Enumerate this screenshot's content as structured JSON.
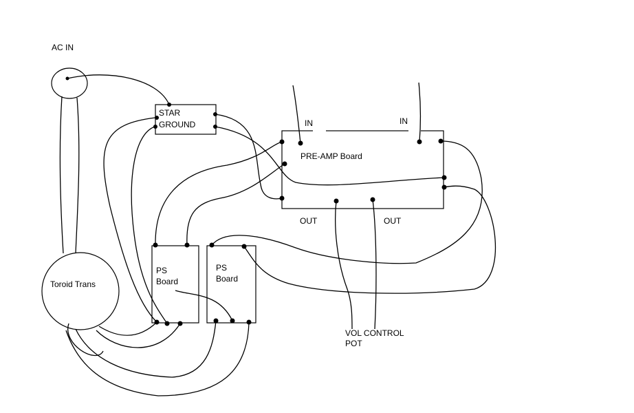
{
  "labels": {
    "ac_in": "AC IN",
    "star_ground_1": "STAR",
    "star_ground_2": "GROUND",
    "preamp_board": "PRE-AMP Board",
    "in_left": "IN",
    "in_right": "IN",
    "out_left": "OUT",
    "out_right": "OUT",
    "toroid": "Toroid Trans",
    "ps1_line1": "PS",
    "ps1_line2": "Board",
    "ps2_line1": "PS",
    "ps2_line2": "Board",
    "vol_line1": "VOL CONTROL",
    "vol_line2": "POT"
  }
}
